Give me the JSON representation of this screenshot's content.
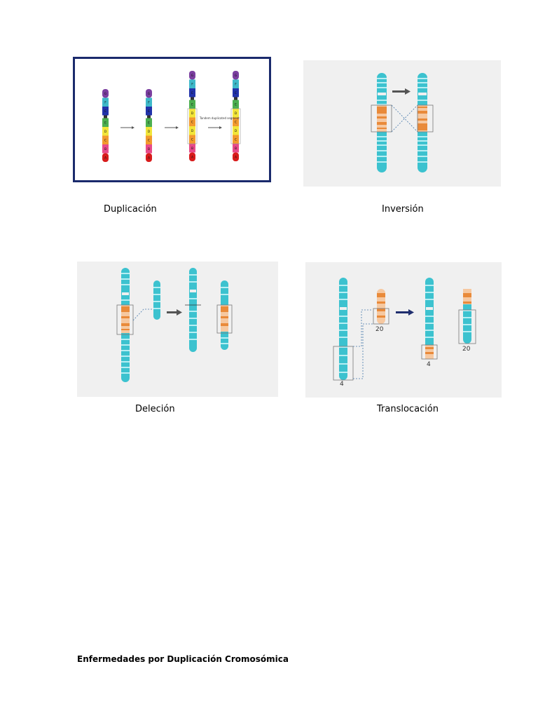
{
  "figures": {
    "duplication": {
      "caption": "Duplicación",
      "band_letters": [
        "G",
        "F",
        "E",
        "D",
        "C",
        "B",
        "A"
      ],
      "note": "Tandem duplicated segment",
      "colors": {
        "border": "#1a2a6c",
        "G": "#7b3fa0",
        "F": "#3fb9c9",
        "E": "#2233aa",
        "D_green": "#4caf50",
        "D": "#f2e53a",
        "C": "#f29a2e",
        "B": "#e84a8a",
        "A": "#d81b1b"
      }
    },
    "inversion": {
      "caption": "Inversión"
    },
    "deletion": {
      "caption": "Deleción"
    },
    "translocation": {
      "caption": "Translocación",
      "labels": {
        "chr4": "4",
        "chr20": "20"
      }
    }
  },
  "colors": {
    "panel_bg": "#f0f0f0",
    "chromosome_cyan": "#3cc2cf",
    "chromosome_stripe": "#b6eef3",
    "segment_orange": "#e98a3a",
    "segment_peach": "#f6c8a0",
    "arrow_gray": "#555555",
    "arrow_navy": "#1f2e6e"
  },
  "section": {
    "heading": "Enfermedades por Duplicación Cromosómica"
  }
}
